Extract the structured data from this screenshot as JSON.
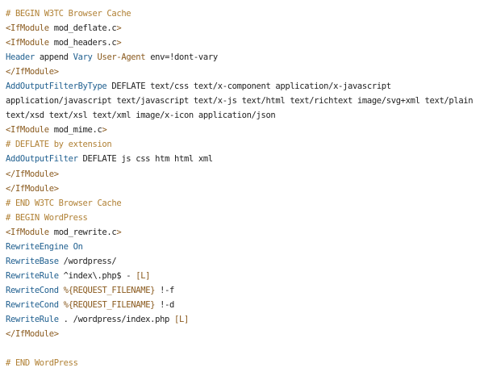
{
  "colors": {
    "comment": "#b08034",
    "tag": "#8a5a1e",
    "keyword": "#1f5f8f",
    "text": "#222222",
    "background": "#ffffff"
  },
  "code": {
    "lines": [
      [
        {
          "t": "c",
          "v": "# BEGIN W3TC Browser Cache"
        }
      ],
      [
        {
          "t": "t",
          "v": "<IfModule"
        },
        {
          "t": "p",
          "v": " mod_deflate.c"
        },
        {
          "t": "t",
          "v": ">"
        }
      ],
      [
        {
          "t": "t",
          "v": "<IfModule"
        },
        {
          "t": "p",
          "v": " mod_headers.c"
        },
        {
          "t": "t",
          "v": ">"
        }
      ],
      [
        {
          "t": "k",
          "v": "Header"
        },
        {
          "t": "p",
          "v": " append "
        },
        {
          "t": "k",
          "v": "Vary"
        },
        {
          "t": "p",
          "v": " "
        },
        {
          "t": "s",
          "v": "User-Agent"
        },
        {
          "t": "p",
          "v": " env=!dont-vary"
        }
      ],
      [
        {
          "t": "t",
          "v": "</IfModule>"
        }
      ],
      [
        {
          "t": "k",
          "v": "AddOutputFilterByType"
        },
        {
          "t": "p",
          "v": " DEFLATE text/css text/x-component application/x-javascript"
        }
      ],
      [
        {
          "t": "p",
          "v": "application/javascript text/javascript text/x-js text/html text/richtext image/svg+xml text/plain"
        }
      ],
      [
        {
          "t": "p",
          "v": "text/xsd text/xsl text/xml image/x-icon application/json"
        }
      ],
      [
        {
          "t": "t",
          "v": "<IfModule"
        },
        {
          "t": "p",
          "v": " mod_mime.c"
        },
        {
          "t": "t",
          "v": ">"
        }
      ],
      [
        {
          "t": "c",
          "v": "# DEFLATE by extension"
        }
      ],
      [
        {
          "t": "k",
          "v": "AddOutputFilter"
        },
        {
          "t": "p",
          "v": " DEFLATE js css htm html xml"
        }
      ],
      [
        {
          "t": "t",
          "v": "</IfModule>"
        }
      ],
      [
        {
          "t": "t",
          "v": "</IfModule>"
        }
      ],
      [
        {
          "t": "c",
          "v": "# END W3TC Browser Cache"
        }
      ],
      [
        {
          "t": "c",
          "v": "# BEGIN WordPress"
        }
      ],
      [
        {
          "t": "t",
          "v": "<IfModule"
        },
        {
          "t": "p",
          "v": " mod_rewrite.c"
        },
        {
          "t": "t",
          "v": ">"
        }
      ],
      [
        {
          "t": "k",
          "v": "RewriteEngine"
        },
        {
          "t": "p",
          "v": " "
        },
        {
          "t": "k",
          "v": "On"
        }
      ],
      [
        {
          "t": "k",
          "v": "RewriteBase"
        },
        {
          "t": "p",
          "v": " /wordpress/"
        }
      ],
      [
        {
          "t": "k",
          "v": "RewriteRule"
        },
        {
          "t": "p",
          "v": " ^index\\.php$ - "
        },
        {
          "t": "s",
          "v": "[L]"
        }
      ],
      [
        {
          "t": "k",
          "v": "RewriteCond"
        },
        {
          "t": "p",
          "v": " "
        },
        {
          "t": "s",
          "v": "%{REQUEST_FILENAME}"
        },
        {
          "t": "p",
          "v": " !-f"
        }
      ],
      [
        {
          "t": "k",
          "v": "RewriteCond"
        },
        {
          "t": "p",
          "v": " "
        },
        {
          "t": "s",
          "v": "%{REQUEST_FILENAME}"
        },
        {
          "t": "p",
          "v": " !-d"
        }
      ],
      [
        {
          "t": "k",
          "v": "RewriteRule"
        },
        {
          "t": "p",
          "v": " . /wordpress/index.php "
        },
        {
          "t": "s",
          "v": "[L]"
        }
      ],
      [
        {
          "t": "t",
          "v": "</IfModule>"
        }
      ],
      [
        {
          "t": "p",
          "v": ""
        }
      ],
      [
        {
          "t": "c",
          "v": "# END WordPress"
        }
      ]
    ]
  }
}
